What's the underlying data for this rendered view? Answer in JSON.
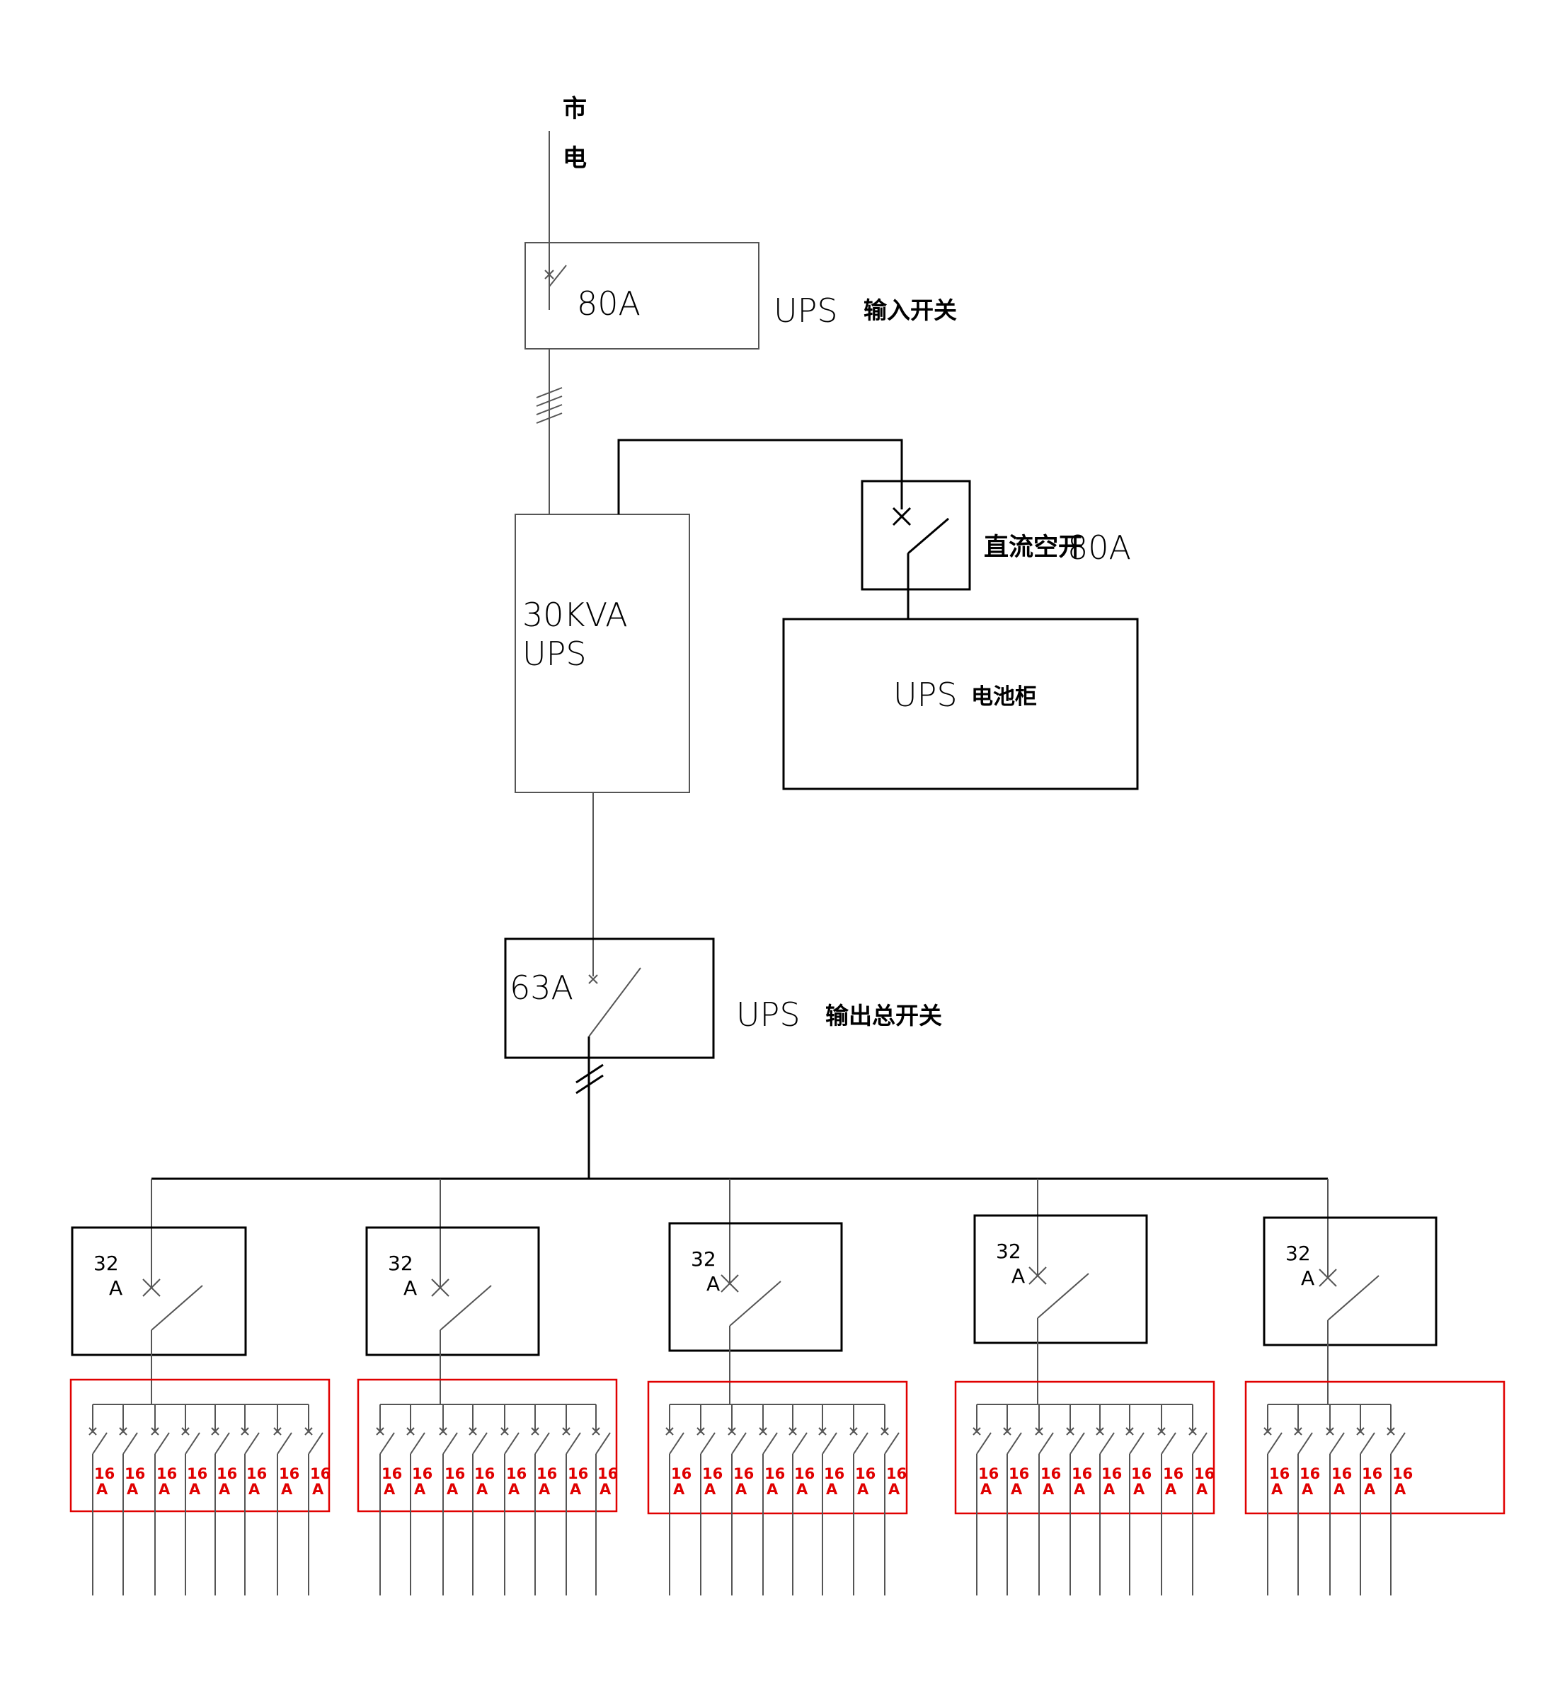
{
  "mains": {
    "label_line1": "市",
    "label_line2": "电"
  },
  "input_switch": {
    "rating": "80A",
    "name_latin": "UPS",
    "name_cjk": "输入开关"
  },
  "ups": {
    "line1": "30KVA",
    "line2": "UPS"
  },
  "dc_breaker": {
    "name_cjk": "直流空开",
    "rating": "80A"
  },
  "battery": {
    "name_latin": "UPS",
    "name_cjk": "电池柜"
  },
  "output_switch": {
    "rating": "63A",
    "name_latin": "UPS",
    "name_cjk": "输出总开关"
  },
  "branches": [
    {
      "rating_top": "32",
      "rating_unit": "A",
      "outlet_count": 8,
      "outlet_rating": "16",
      "outlet_unit": "A"
    },
    {
      "rating_top": "32",
      "rating_unit": "A",
      "outlet_count": 8,
      "outlet_rating": "16",
      "outlet_unit": "A"
    },
    {
      "rating_top": "32",
      "rating_unit": "A",
      "outlet_count": 8,
      "outlet_rating": "16",
      "outlet_unit": "A"
    },
    {
      "rating_top": "32",
      "rating_unit": "A",
      "outlet_count": 8,
      "outlet_rating": "16",
      "outlet_unit": "A"
    },
    {
      "rating_top": "32",
      "rating_unit": "A",
      "outlet_count": 5,
      "outlet_rating": "16",
      "outlet_unit": "A"
    }
  ],
  "colors": {
    "line": "#000000",
    "accent_red": "#e00000"
  }
}
